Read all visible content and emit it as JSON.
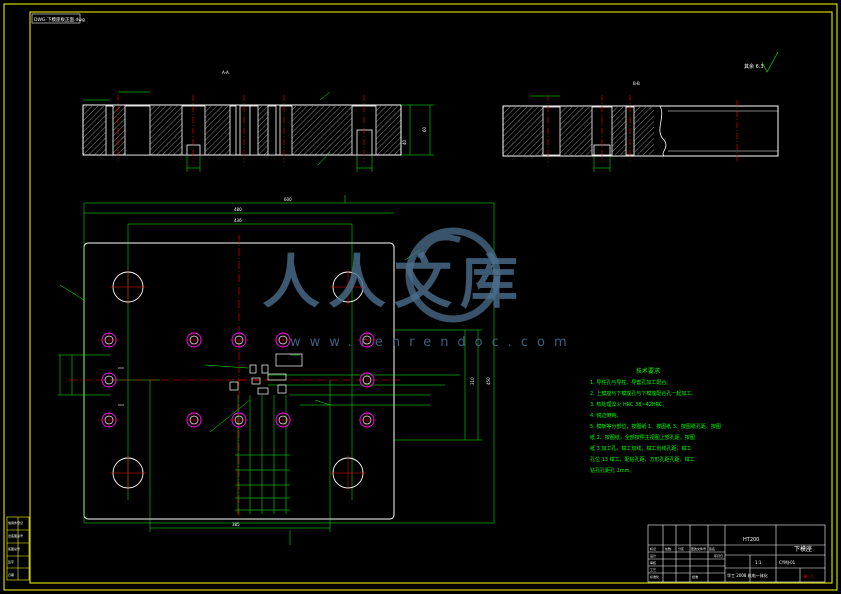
{
  "colors": {
    "background": "#000000",
    "border": "#ffff00",
    "outline": "#ffffff",
    "dimension": "#00ff00",
    "center_line": "#ff0000",
    "hole_ring": "#ff00ff",
    "hatch": "#ffffff",
    "watermark": "#4d6f8e",
    "callout": "#00ffff"
  },
  "drawing_tag": "DWG-下模座板正面.dwg",
  "section_labels": {
    "left": "A-A",
    "right": "B-B"
  },
  "roughness_note": "其余 6.3",
  "watermark": {
    "main": "人人文库",
    "url": "www.renrendoc.com"
  },
  "tech_requirements": {
    "title": "技术要求",
    "lines": [
      "1. 导柱孔与导柱、导套孔加工配合。",
      "2. 上模座与下模座孔与下模座配合孔一起加工。",
      "3. 热处理淬火 HRC 38~42HRC。",
      "4. 锐边倒钝。",
      "5. 模板等分部位，按图纸 1、按图纸 3、按图纸孔距、按图",
      "纸 2、按图纸，全部按照主视图上部孔距，按图",
      "纸 3 加工孔，钳工划线，钳工划线孔距，钳工",
      "孔位 13 钳工，配钻孔距，方形孔距孔距，钳工",
      "钻孔孔距孔 1mm。"
    ]
  },
  "title_block": {
    "material": "HT200",
    "part_name": "下模座",
    "scale": "1:1",
    "drawing_no": "CYMJ-01",
    "school": "华工 2008 机电一体化",
    "projection": "⊕ ◁",
    "rows": [
      "标记",
      "处数",
      "分区",
      "更改文件号",
      "签名",
      "年月日"
    ],
    "roles": [
      "设计",
      "审核",
      "工艺",
      "标准化",
      "批准"
    ]
  },
  "side_block": {
    "rows": [
      "借用件登记",
      "旧底图总号",
      "底图总号",
      "签字",
      "日期"
    ]
  },
  "dimension_labels": {
    "overall_width": "600",
    "inner_width": "480",
    "hole_span": "436",
    "overall_height": "450",
    "guide_span": "310",
    "bottom_span": "385",
    "sec_thickness": "60",
    "sec_depth": "40"
  }
}
